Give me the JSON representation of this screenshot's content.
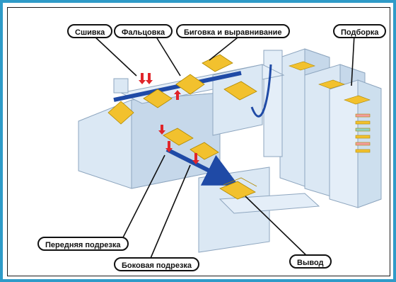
{
  "labels": {
    "stitching": "Сшивка",
    "folding": "Фальцовка",
    "creasing": "Биговка и выравнивание",
    "gathering": "Подборка",
    "front_trim": "Передняя подрезка",
    "side_trim": "Боковая подрезка",
    "output": "Вывод"
  },
  "colors": {
    "frame": "#2f9bc8",
    "machine": "#dbe8f4",
    "machine_edge": "#8ea6bf",
    "sheet": "#f2c12e",
    "arrow_red": "#e0252a",
    "arrow_blue": "#1f4aa6"
  }
}
